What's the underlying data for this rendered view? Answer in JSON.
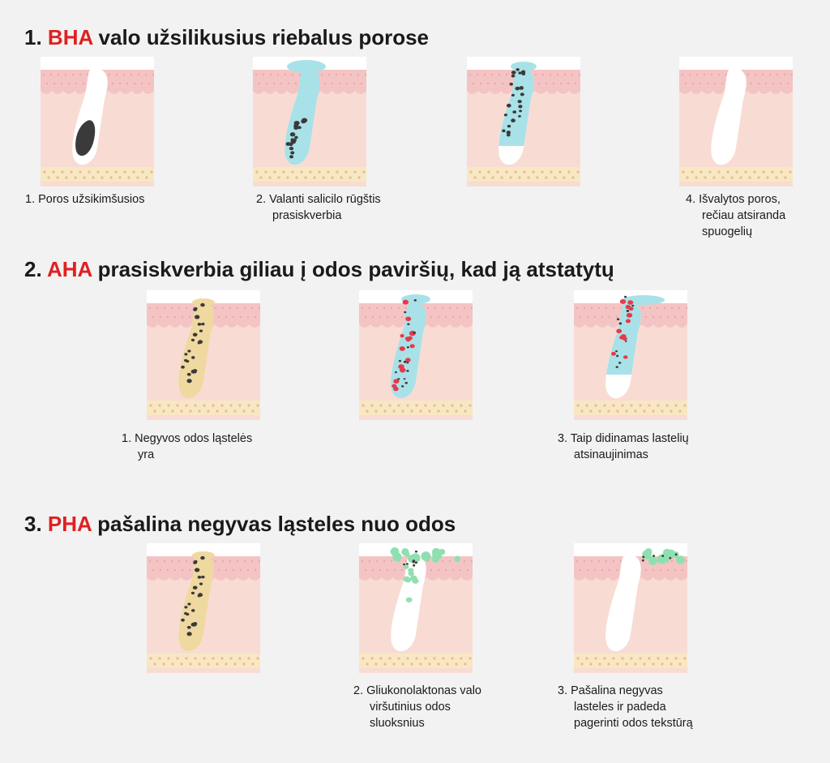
{
  "sections": [
    {
      "number": "1.",
      "acid": "BHA",
      "rest": "valo užsilikusius riebalus porose",
      "tiles": [
        {
          "caption": [
            "1. Poros užsikimšusios"
          ]
        },
        {
          "caption": [
            "2. Valanti salicilo rūgštis",
            "prasiskverbia"
          ]
        },
        {
          "caption": []
        },
        {
          "caption": [
            "4. Išvalytos poros,",
            "rečiau atsiranda",
            "spuogelių"
          ]
        }
      ]
    },
    {
      "number": "2.",
      "acid": "AHA",
      "rest": "prasiskverbia giliau į odos paviršių, kad ją atstatytų",
      "tiles": [
        {
          "caption": [
            "1. Negyvos  odos  ląstelės",
            "yra"
          ]
        },
        {
          "caption": []
        },
        {
          "caption": [
            "3.  Taip didinamas lastelių",
            "atsinaujinimas"
          ]
        }
      ]
    },
    {
      "number": "3.",
      "acid": "PHA",
      "rest": "pašalina negyvas ląsteles nuo odos",
      "tiles": [
        {
          "caption": []
        },
        {
          "caption": [
            "2. Gliukonolaktonas valo",
            "viršutinius  odos",
            "sluoksnius"
          ]
        },
        {
          "caption": [
            "3.  Pašalina negyvas",
            "lasteles ir padeda",
            "pagerinti odos tekstūrą"
          ]
        }
      ]
    }
  ],
  "colors": {
    "acid_highlight": "#e02020",
    "skin_top": "#f4c4c4",
    "skin_body": "#f8dcd4",
    "skin_fat": "#f7e8c2",
    "pore_white": "#ffffff",
    "debris": "#3a3a3a",
    "bha_fluid": "#a8e2e8",
    "aha_red": "#e8394a",
    "pha_green": "#8fe0b0",
    "dead_cell_yellow": "#efd9a0"
  }
}
